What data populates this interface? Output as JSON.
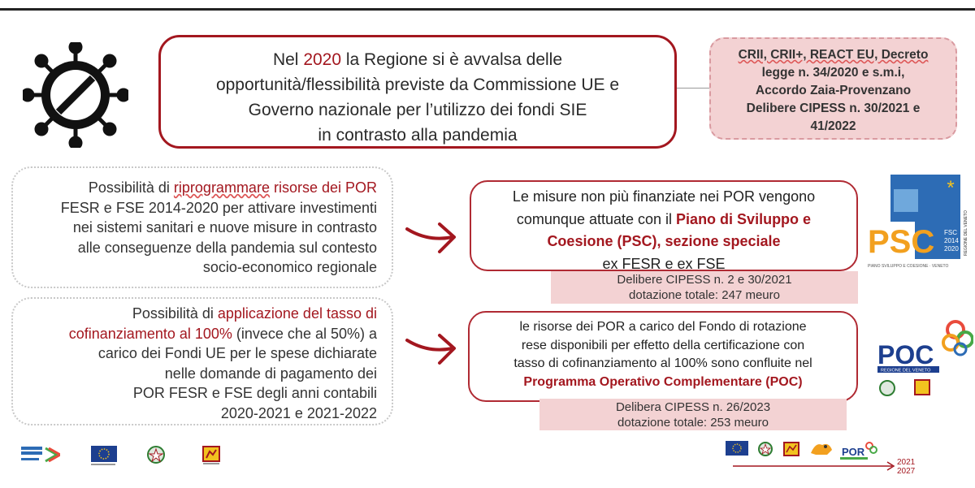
{
  "main": {
    "line1_a": "Nel ",
    "line1_year": "2020",
    "line1_b": " la Regione si è avvalsa delle",
    "line2": "opportunità/flessibilità previste da Commissione UE e",
    "line3": "Governo nazionale per l’utilizzo dei fondi SIE",
    "line4": "in contrasto alla pandemia"
  },
  "note": {
    "line1": "CRII, CRII+, REACT EU, Decreto",
    "line2": "legge n. 34/2020 e s.m.i,",
    "line3": "Accordo Zaia-Provenzano",
    "line4": "Delibere CIPESS n. 30/2021 e",
    "line5": "41/2022"
  },
  "left1": {
    "l1_a": "Possibilità di ",
    "l1_red1": "riprogrammare",
    "l1_red2": " risorse dei POR",
    "l2": "FESR e FSE 2014-2020 per attivare investimenti",
    "l3": "nei sistemi sanitari e nuove misure in contrasto",
    "l4": "alle conseguenze della pandemia sul contesto",
    "l5": "socio-economico regionale"
  },
  "left2": {
    "l1_a": "Possibilità di ",
    "l1_red": "applicazione del tasso di",
    "l2_red": "cofinanziamento al 100%",
    "l2_b": " (invece che al 50%) a",
    "l3": "carico dei Fondi UE per le spese dichiarate",
    "l4": "nelle domande di pagamento dei",
    "l5": "POR FESR e FSE degli anni contabili",
    "l6": "2020-2021 e 2021-2022"
  },
  "result1": {
    "l1": "Le misure non più finanziate nei POR vengono",
    "l2_a": "comunque attuate con il ",
    "l2_red": "Piano di Sviluppo e",
    "l3_red": "Coesione (PSC), sezione speciale",
    "l4": "ex FESR e ex FSE"
  },
  "tag1": {
    "l1": "Delibere CIPESS n. 2 e 30/2021",
    "l2": "dotazione totale: 247 meuro"
  },
  "result2": {
    "l1": "le risorse dei POR a carico del Fondo di rotazione",
    "l2": "rese disponibili per effetto della certificazione con",
    "l3": "tasso di cofinanziamento al 100% sono confluite nel",
    "l4_red": "Programma Operativo Complementare (POC)"
  },
  "tag2": {
    "l1": "Delibera CIPESS n. 26/2023",
    "l2": "dotazione totale: 253 meuro"
  },
  "psc_logo": {
    "text": "PSC",
    "fsc": "FSC",
    "years_a": "2014",
    "years_b": "2020",
    "caption": "PIANO SVILUPPO E COESIONE · VENETO",
    "side": "REGIONE DEL VENETO"
  },
  "poc_logo": {
    "text": "POC",
    "band": "REGIONE DEL VENETO"
  },
  "footer": {
    "por_text": "POR",
    "year_start": "2021",
    "year_end": "2027"
  },
  "colors": {
    "accent_red": "#a3171f",
    "pink": "#f3d2d3",
    "eu_blue": "#1d3f8f",
    "psc_orange": "#f2a01f",
    "psc_blue": "#2d6cb5"
  },
  "icons": [
    "covid-virus-blocked-icon",
    "curved-arrow-right-icon",
    "eu-flag-icon",
    "italian-republic-emblem-icon",
    "veneto-lion-icon"
  ]
}
